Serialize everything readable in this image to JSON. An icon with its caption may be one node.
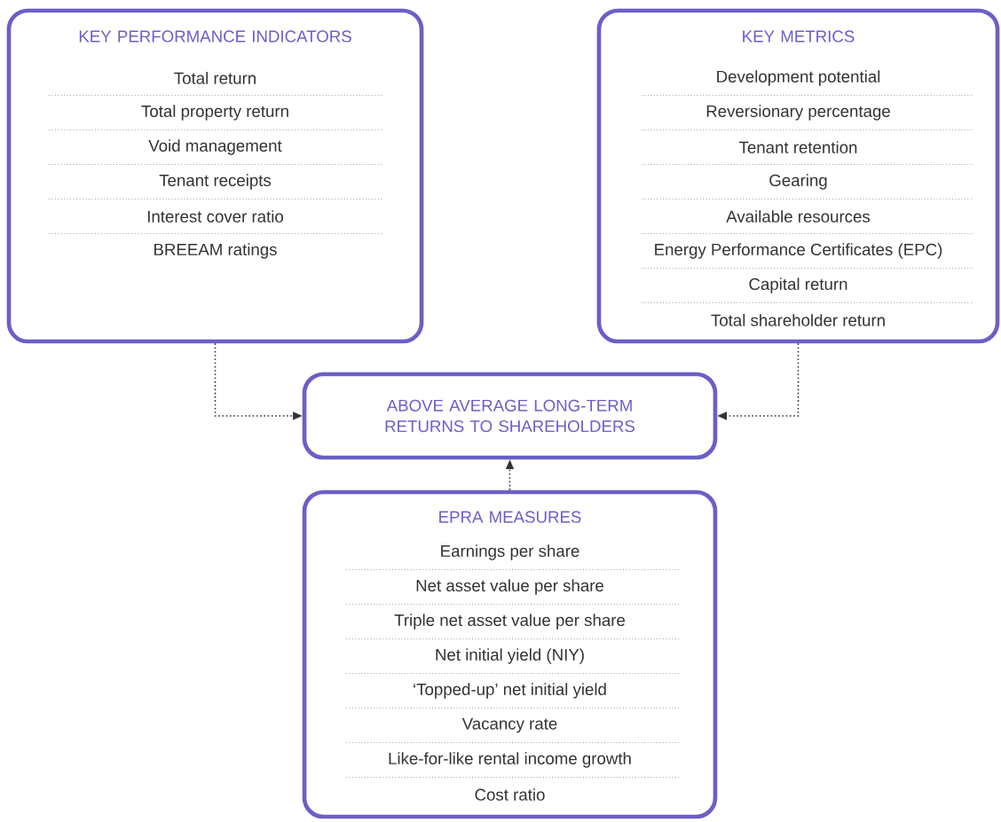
{
  "diagram": {
    "nodes": [
      {
        "text": [
          "KEY PERFORMANCE INDICATORS",
          "Total return",
          "Total property return",
          "Void management",
          "Tenant receipts",
          "Interest cover ratio",
          "BREEAM ratings"
        ]
      },
      {
        "text": [
          "KEY METRICS",
          "Development potential",
          "Reversionary percentage",
          "Tenant retention",
          "Gearing",
          "Available resources",
          "Energy Performance Certificates (EPC)",
          "Capital return",
          "Total shareholder return"
        ]
      },
      {
        "text": [
          "ABOVE AVERAGE LONG-TERM RETURNS TO SHAREHOLDERS"
        ]
      },
      {
        "text": [
          "EPRA MEASURES",
          "Earnings per share",
          "Net asset value per share",
          "Triple net asset value per share",
          "Net initial yield (NIY)",
          "‘Topped-up’ net initial yield",
          "Vacancy rate",
          "Like-for-like rental income growth",
          "Cost ratio"
        ]
      }
    ],
    "edges": [
      {
        "from": 0,
        "to": 2,
        "arrow": "to",
        "style": "dashed"
      },
      {
        "from": 1,
        "to": 2,
        "arrow": "to",
        "style": "dashed"
      },
      {
        "from": 3,
        "to": 2,
        "arrow": "to",
        "style": "dashed"
      }
    ]
  }
}
